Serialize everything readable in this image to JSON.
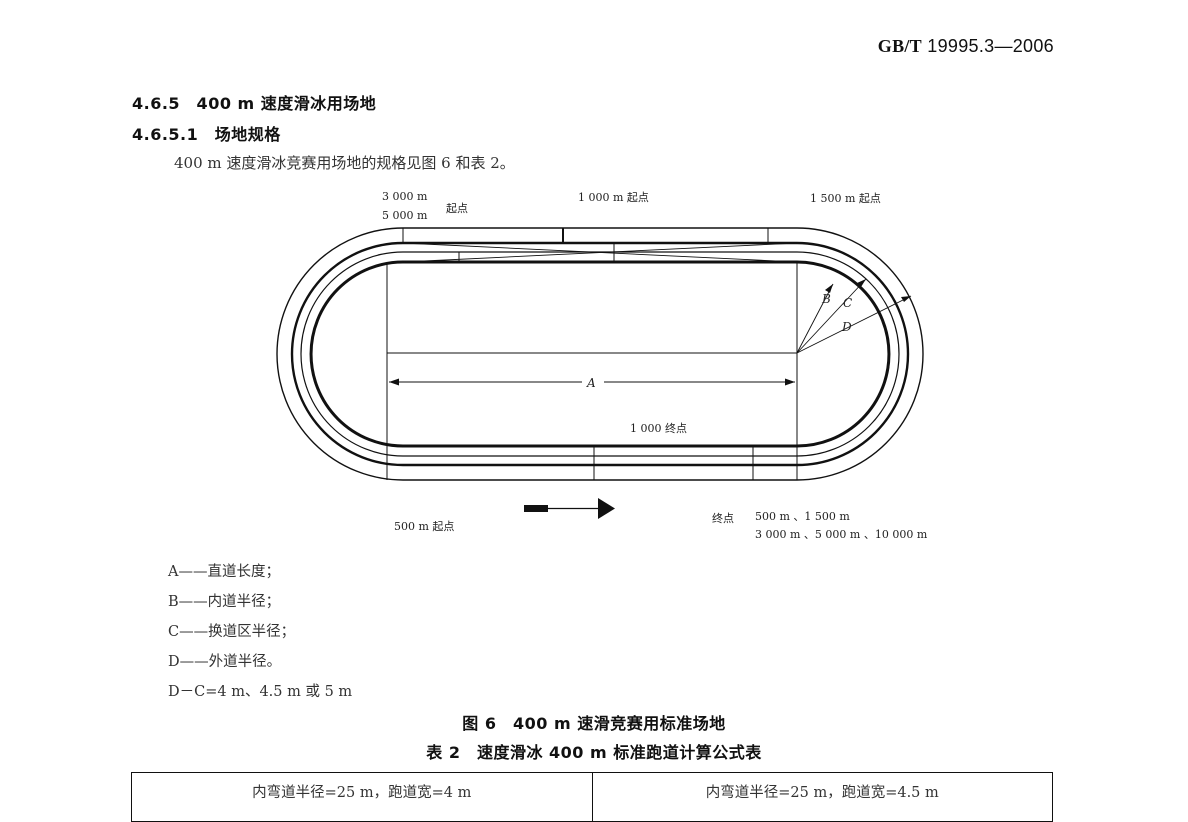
{
  "header": {
    "standard_prefix": "GB/T",
    "standard_number": " 19995.3—2006"
  },
  "section": {
    "heading_465": "4.6.5　400 m 速度滑冰用场地",
    "heading_4651": "4.6.5.1　场地规格",
    "paragraph": "400 m 速度滑冰竞赛用场地的规格见图 6 和表 2。"
  },
  "diagram": {
    "start_3000": "3 000 m",
    "start_5000": "5 000 m",
    "start_label_left": "起点",
    "start_1000": "1 000 m 起点",
    "start_1500": "1 500 m  起点",
    "start_500": "500 m   起点",
    "finish_1000": "1 000 终点",
    "finish_label": "终点",
    "finish_line1": "500 m 、1 500 m",
    "finish_line2": "3 000 m 、5 000 m 、10 000 m",
    "label_a": "A",
    "label_b": "B",
    "label_c": "C",
    "label_d": "D"
  },
  "legend": [
    "A——直道长度；",
    "B——内道半径；",
    "C——换道区半径；",
    "D——外道半径。",
    "D－C=4 m、4.5 m 或 5 m"
  ],
  "figure_caption": "图 6　400 m 速滑竞赛用标准场地",
  "table_caption": "表 2　速度滑冰 400 m 标准跑道计算公式表",
  "table": {
    "headers": [
      "内弯道半径=25 m，跑道宽=4 m",
      "内弯道半径=25 m，跑道宽=4.5 m"
    ]
  }
}
